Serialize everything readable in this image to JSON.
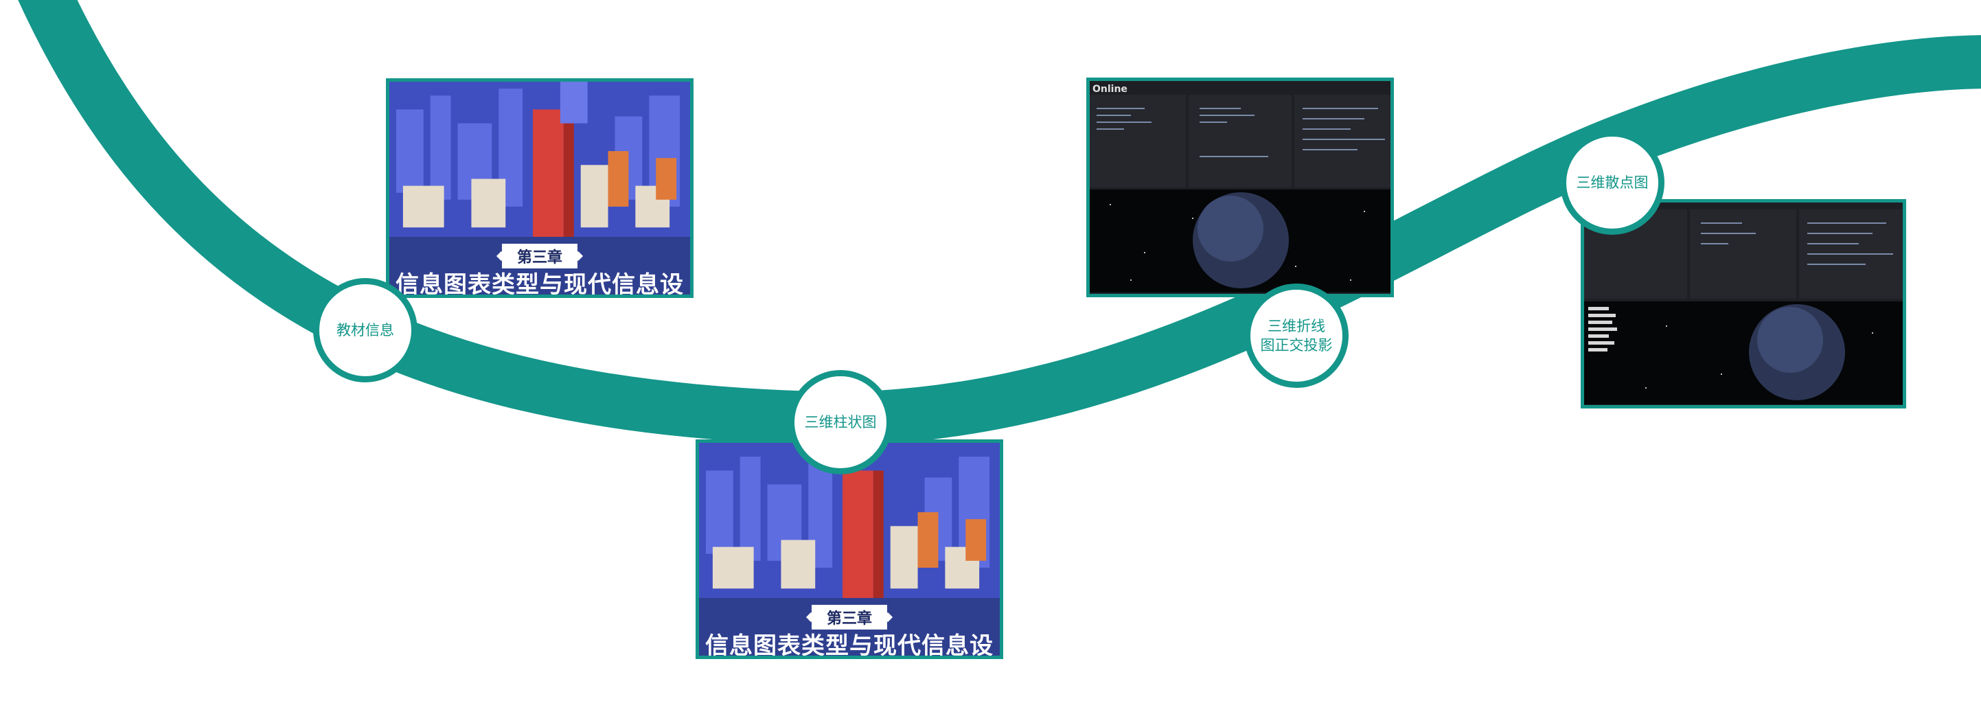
{
  "colors": {
    "accent": "#14968a",
    "background": "#ffffff",
    "cover_blue": "#2f3f8f"
  },
  "nodes": [
    {
      "label": "教材信息"
    },
    {
      "label": "三维柱状图"
    },
    {
      "label": "三维折线\n图正交投影"
    },
    {
      "label": "三维散点图"
    }
  ],
  "book_cover": {
    "chapter": "第三章",
    "title": "信息图表类型与现代信息设计工具"
  },
  "editor_screenshot": {
    "app_title": "Online"
  }
}
